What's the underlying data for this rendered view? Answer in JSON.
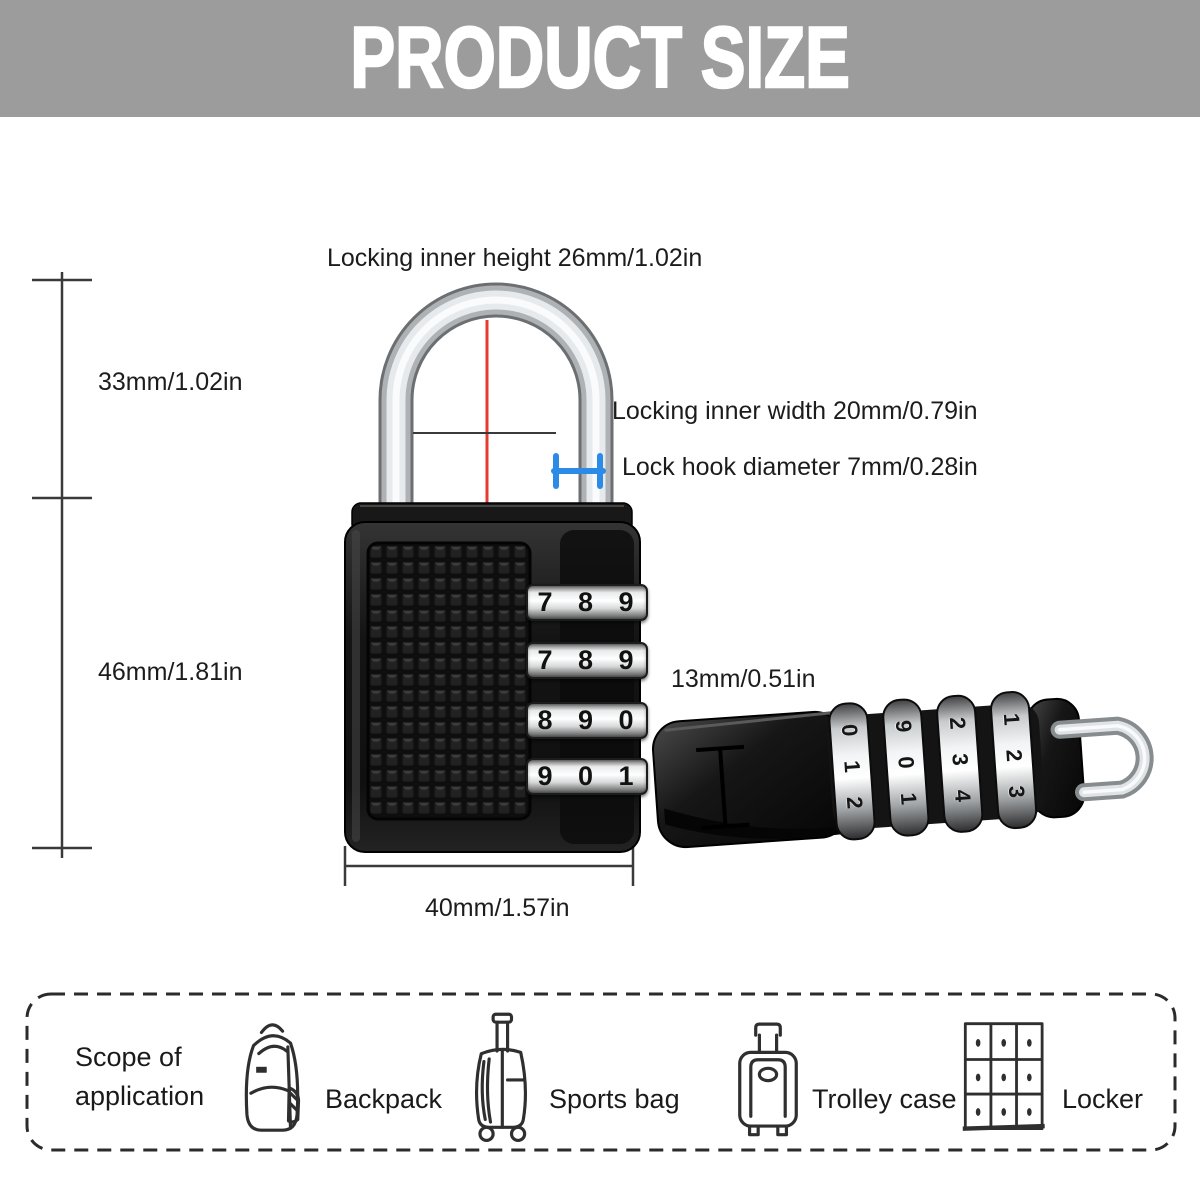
{
  "banner": {
    "title": "PRODUCT SIZE"
  },
  "annotations": {
    "inner_height": "Locking inner height 26mm/1.02in",
    "shackle_height": "33mm/1.02in",
    "inner_width": "Locking inner width 20mm/0.79in",
    "hook_diameter": "Lock hook diameter 7mm/0.28in",
    "body_height": "46mm/1.81in",
    "side_thickness": "13mm/0.51in",
    "body_width": "40mm/1.57in"
  },
  "locks": {
    "main_dials": [
      "7 8 9",
      "7 8 9",
      "8 9 0",
      "9 0 1"
    ],
    "side_dials": [
      "0 1 2",
      "9 0 1",
      "2 3 4",
      "1 2 3"
    ]
  },
  "application": {
    "label_line1": "Scope of",
    "label_line2": "application",
    "items": [
      {
        "icon": "backpack-icon",
        "label": "Backpack"
      },
      {
        "icon": "sports-bag-icon",
        "label": "Sports bag"
      },
      {
        "icon": "trolley-case-icon",
        "label": "Trolley case"
      },
      {
        "icon": "locker-icon",
        "label": "Locker"
      }
    ]
  },
  "colors": {
    "banner_bg": "#9c9c9c",
    "title_color": "#ffffff",
    "annotation_color": "#1c1c1c",
    "marker_blue": "#2b8be6",
    "guide_red": "#e8392f",
    "dash_border": "#2b2b2b",
    "lock_body": "#161616",
    "dial_silver": "#e9eaeb"
  }
}
